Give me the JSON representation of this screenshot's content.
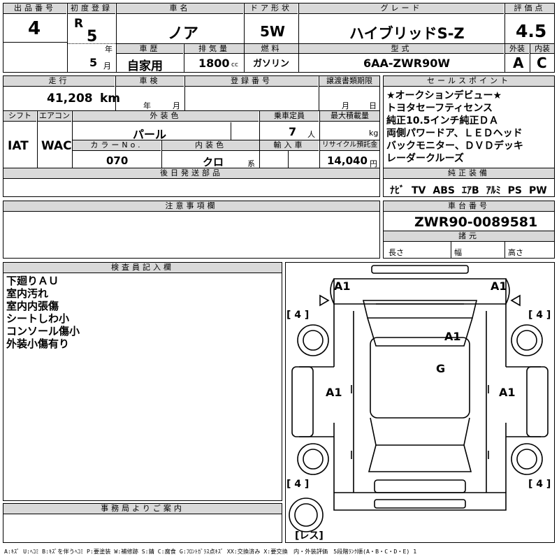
{
  "header": {
    "lot_label": "出品番号",
    "lot_no": "4",
    "reg_label": "初度登録",
    "era": "R",
    "year": "5",
    "year_unit": "年",
    "month": "5",
    "month_unit": "月",
    "name_label": "車名",
    "name": "ノア",
    "door_label": "ドア形状",
    "door": "5W",
    "grade_label": "グレード",
    "grade": "ハイブリッドS-Z",
    "score_label": "評価点",
    "score": "4.5",
    "history_label": "車歴",
    "history": "自家用",
    "disp_label": "排気量",
    "disp": "1800",
    "disp_unit": "cc",
    "fuel_label": "燃料",
    "fuel": "ガソリン",
    "model_label": "型式",
    "model": "6AA-ZWR90W",
    "ext_label": "外装",
    "ext": "A",
    "int_label": "内装",
    "int": "C"
  },
  "row2": {
    "mileage_label": "走行",
    "mileage": "41,208",
    "mileage_unit": "km",
    "inspect_label": "車検",
    "inspect_year_unit": "年",
    "inspect_month_unit": "月",
    "regno_label": "登録番号",
    "transfer_label": "譲渡書類期限",
    "transfer_month_unit": "月",
    "transfer_day_unit": "日",
    "shift_label": "シフト",
    "shift": "IAT",
    "ac_label": "エアコン",
    "ac": "WAC",
    "color_label": "外装色",
    "color": "パール",
    "capacity_label": "乗車定員",
    "capacity": "7",
    "capacity_unit": "人",
    "load_label": "最大積載量",
    "load_unit": "kg",
    "colorno_label": "カラーNo.",
    "colorno": "070",
    "intcolor_label": "内装色",
    "intcolor": "クロ",
    "intcolor_unit": "系",
    "import_label": "輸入車",
    "recycle_label": "リサイクル預託金",
    "recycle": "14,040",
    "recycle_unit": "円",
    "later_label": "後日発送部品"
  },
  "sales": {
    "label": "セールスポイント",
    "lines": [
      "★オークションデビュー★",
      "トヨタセーフティセンス",
      "純正10.5インチ純正ＤＡ",
      "両側パワードア、ＬＥＤヘッド",
      "バックモニター、ＤＶＤデッキ",
      "レーダークルーズ"
    ]
  },
  "equip": {
    "label": "純正装備",
    "items": [
      "ﾅﾋﾞ",
      "TV",
      "ABS",
      "ｴｱB",
      "ｱﾙﾐ",
      "PS",
      "PW"
    ]
  },
  "notes": {
    "label": "注意事項欄"
  },
  "chassis": {
    "label": "車台番号",
    "number": "ZWR90-0089581",
    "spec_label": "諸元",
    "len_label": "長さ",
    "wid_label": "幅",
    "hei_label": "高さ"
  },
  "inspector": {
    "label": "検査員記入欄",
    "lines": [
      "下廻りＡＵ",
      "室内汚れ",
      "室内内張傷",
      "シートしわ小",
      "コンソール傷小",
      "外装小傷有り"
    ]
  },
  "office": {
    "label": "事務局よりご案内"
  },
  "diagram": {
    "marks": [
      "A1",
      "A1",
      "A1",
      "G",
      "A1",
      "A1"
    ],
    "tires": [
      "[ 4 ]",
      "[ 4 ]",
      "[ 4 ]",
      "[ 4 ]"
    ],
    "spare": "[レス]"
  },
  "legend": "A:ｷｽﾞ U:ﾍｺﾐ B:ｷｽﾞを伴うﾍｺﾐ P:要塗装 W:補修跡 S:錆 C:腐食 G:ﾌﾛﾝﾄｶﾞﾗｽ点ｷｽﾞ XX:交換済み X:要交換　内・外装評価　5段階ﾗﾝｸ順(A・B・C・D・E) 1"
}
